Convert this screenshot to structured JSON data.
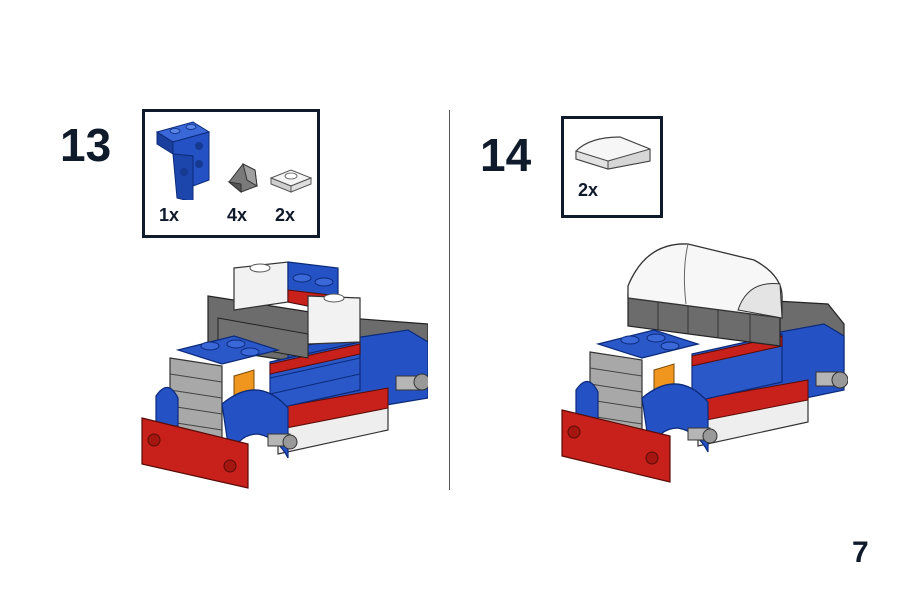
{
  "page": {
    "number": "7"
  },
  "steps": [
    {
      "number": "13",
      "parts": [
        {
          "qty": "1x",
          "icon": "blue-angle-bracket-icon",
          "color": "#1f4fbf"
        },
        {
          "qty": "4x",
          "icon": "trans-black-slope-icon",
          "color": "#6b6b6b"
        },
        {
          "qty": "2x",
          "icon": "white-round-plate-icon",
          "color": "#e8e8e8"
        }
      ]
    },
    {
      "number": "14",
      "parts": [
        {
          "qty": "2x",
          "icon": "white-curved-slope-icon",
          "color": "#f2f2f2"
        }
      ]
    }
  ],
  "colors": {
    "blue": "#1f4fbf",
    "red": "#c8201a",
    "white": "#f0f0f0",
    "gray": "#9a9a9a",
    "orange": "#f0961e",
    "ink": "#0f1a2b"
  }
}
